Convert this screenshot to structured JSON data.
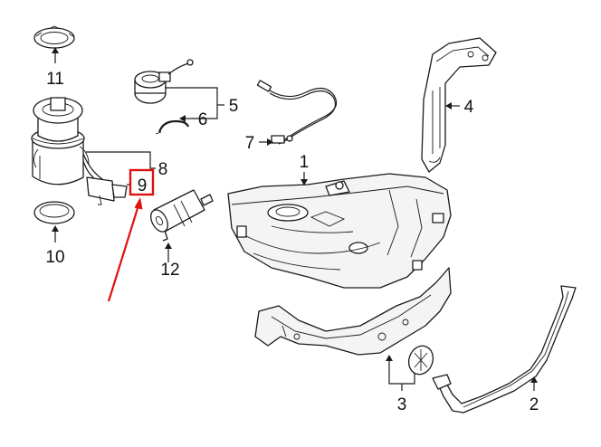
{
  "callouts": [
    {
      "id": "1",
      "text": "1"
    },
    {
      "id": "2",
      "text": "2"
    },
    {
      "id": "3",
      "text": "3"
    },
    {
      "id": "4",
      "text": "4"
    },
    {
      "id": "5",
      "text": "5"
    },
    {
      "id": "6",
      "text": "6"
    },
    {
      "id": "7",
      "text": "7"
    },
    {
      "id": "8",
      "text": "8"
    },
    {
      "id": "9",
      "text": "9"
    },
    {
      "id": "10",
      "text": "10"
    },
    {
      "id": "11",
      "text": "11"
    },
    {
      "id": "12",
      "text": "12"
    }
  ],
  "highlight": {
    "callout": "9",
    "color": "#e01010"
  },
  "colors": {
    "line": "#1a1a1a",
    "pointer": "#e01010",
    "background": "#ffffff"
  }
}
